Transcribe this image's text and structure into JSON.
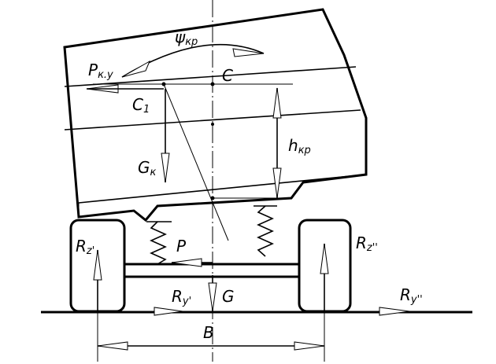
{
  "labels": {
    "P_ky": {
      "main": "P",
      "sub": "к.у"
    },
    "psi_kp": {
      "main": "ψ",
      "sub": "кр"
    },
    "C": {
      "main": "C"
    },
    "C1": {
      "main": "C",
      "sub": "1"
    },
    "G_k": {
      "main": "G",
      "sub": "к"
    },
    "h_kp": {
      "main": "h",
      "sub": "кр"
    },
    "R_z1": {
      "main": "R",
      "sub": "z'"
    },
    "R_z2": {
      "main": "R",
      "sub": "z''"
    },
    "P": {
      "main": "P"
    },
    "R_y1": {
      "main": "R",
      "sub": "y'"
    },
    "G": {
      "main": "G"
    },
    "R_y2": {
      "main": "R",
      "sub": "y''"
    },
    "B": {
      "main": "B"
    }
  }
}
